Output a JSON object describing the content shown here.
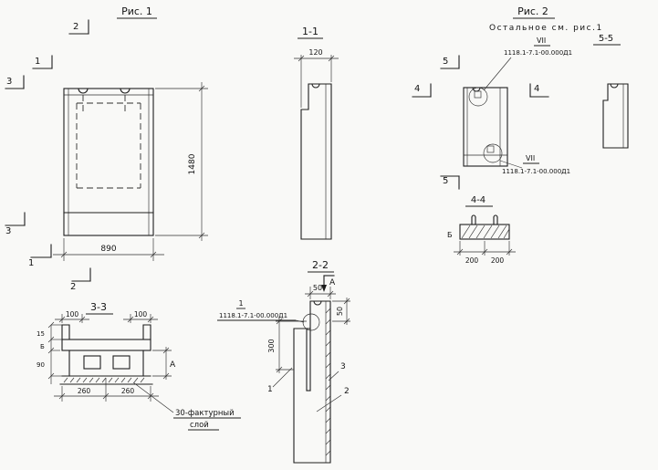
{
  "figure1": {
    "title": "Рис. 1",
    "dim_width": "890",
    "dim_height": "1480",
    "marker_top": "2",
    "marker_left": "1",
    "marker_side": "3",
    "marker_bottom_1": "1",
    "marker_bottom_2": "2",
    "marker_side_bottom": "3"
  },
  "section_1_1": {
    "title": "1-1",
    "dim_thickness": "120"
  },
  "figure2": {
    "title": "Рис. 2",
    "note": "Остальное см. рис.1",
    "detail_top_label": "VII",
    "detail_top_ref": "1118.1-7.1-00.000Д1",
    "detail_bottom_label": "VII",
    "detail_bottom_ref": "1118.1-7.1-00.000Д1",
    "marker_top": "5",
    "marker_left": "4",
    "marker_right": "4",
    "marker_bottom": "5"
  },
  "section_5_5": {
    "title": "5-5"
  },
  "section_4_4": {
    "title": "4-4",
    "left_label": "Б",
    "dim_left": "200",
    "dim_right": "200"
  },
  "section_3_3": {
    "title": "3-3",
    "dim_top_left": "100",
    "dim_top_right": "100",
    "dim_left_upper": "15",
    "dim_left_mid": "Б",
    "dim_left_lower": "90",
    "dim_right": "А",
    "dim_bottom_left": "260",
    "dim_bottom_right": "260",
    "callout_line1": "30-фактурный",
    "callout_line2": "слой"
  },
  "section_2_2": {
    "title": "2-2",
    "view_marker": "А",
    "dim_top": "50",
    "dim_right": "50",
    "dim_left": "300",
    "callout_num": "1",
    "callout_ref": "1118.1-7.1-00.000Д1",
    "part_1": "1",
    "part_2": "2",
    "part_3": "3"
  }
}
